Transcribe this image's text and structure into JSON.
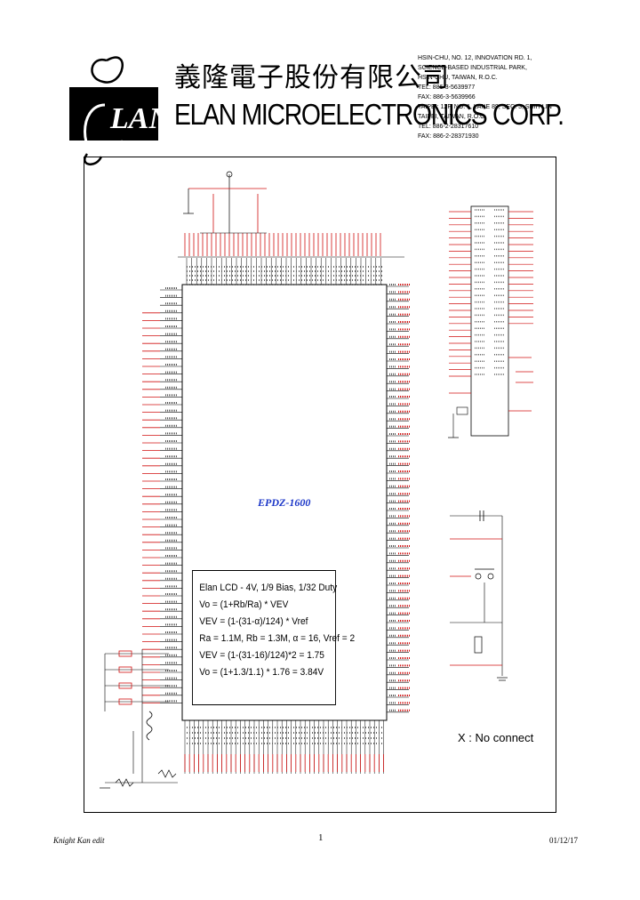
{
  "header": {
    "company_cn": "義隆電子股份有限公司",
    "company_en": "ELAN MICROELECTRONICS CORP.",
    "logo_text": "LAN",
    "address_lines": [
      "HSIN-CHU, NO. 12, INNOVATION RD. 1,",
      "SCIENCE-BASED INDUSTRIAL PARK,",
      "HSIN-CHU, TAIWAN, R.O.C.",
      "TEL: 886-3-5639977",
      "FAX: 886-3-5639966",
      "TAIPEI: 12F, NO. 1, LANE 89, SEC. 3, SHIH-LIN",
      "TAIPEI, TAIWAN, R.O.C.",
      "TEL: 886-2-28317610",
      "FAX: 886-2-28371930"
    ]
  },
  "schematic": {
    "chip_label": "EPDZ-1600",
    "lcd_note": [
      "Elan LCD - 4V, 1/9 Bias, 1/32 Duty",
      "Vo = (1+Rb/Ra) * VEV",
      "VEV = (1-(31-α)/124) * Vref",
      "Ra = 1.1M, Rb = 1.3M, α = 16, Vref = 2",
      "VEV = (1-(31-16)/124)*2 = 1.75",
      "Vo = (1+1.3/1.1) * 1.76 = 3.84V"
    ],
    "no_connect_note": "X : No connect"
  },
  "footer": {
    "author": "Knight Kan edit",
    "page": "1",
    "date": "01/12/17"
  }
}
